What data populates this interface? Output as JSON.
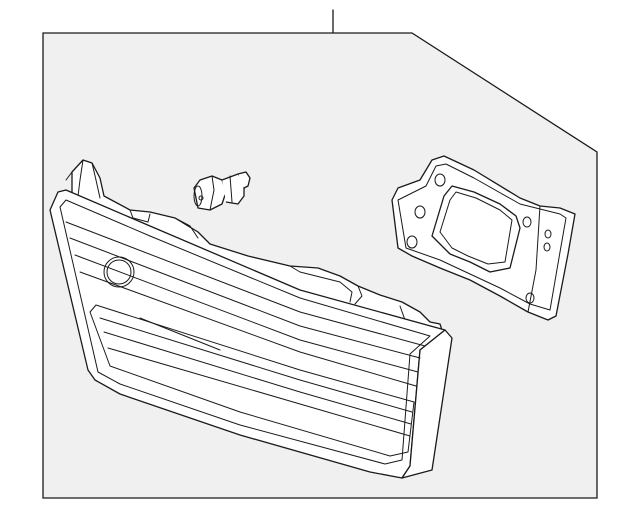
{
  "diagram": {
    "background_color": "#ffffff",
    "panel_fill": "#f0f0f0",
    "line_color": "#1a1a1a",
    "parts": [
      {
        "name": "tail-lamp-lens",
        "icon": "tail-lamp-icon"
      },
      {
        "name": "bulb-socket",
        "icon": "bulb-socket-icon"
      },
      {
        "name": "mounting-bracket",
        "icon": "bracket-icon"
      }
    ]
  }
}
